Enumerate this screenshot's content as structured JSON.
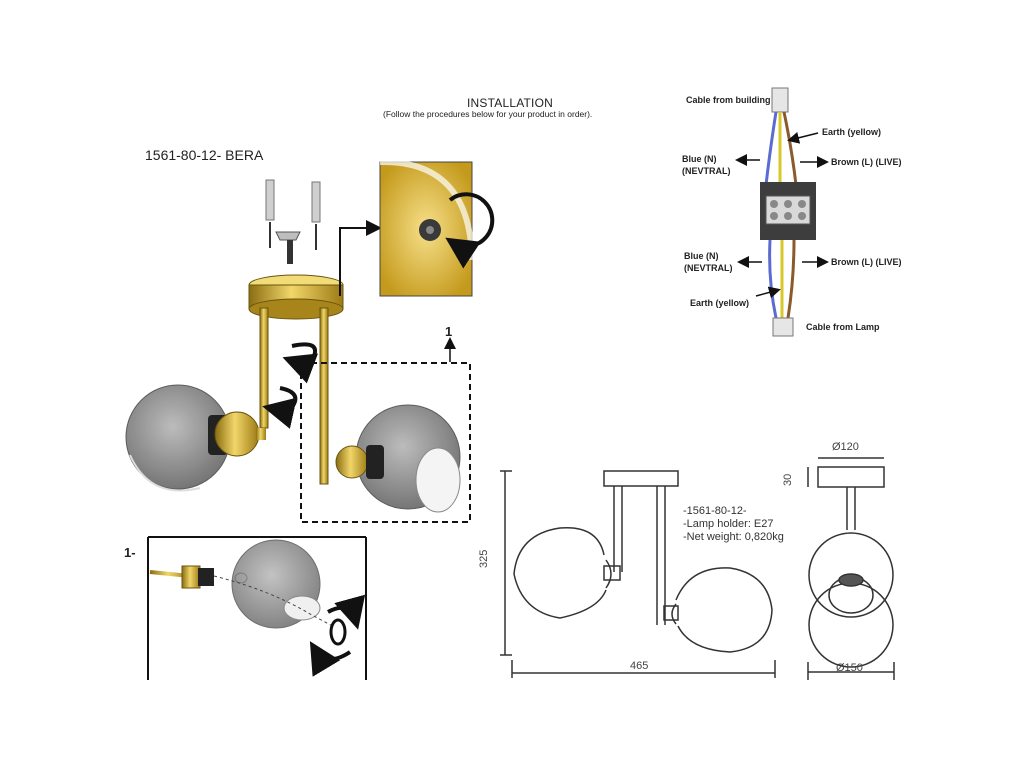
{
  "header": {
    "title": "INSTALLATION",
    "subtitle": "(Follow the procedures below for your product in order)."
  },
  "model_label": "1561-80-12- BERA",
  "detail_callout": "1",
  "detail_panel_label": "1-",
  "wiring": {
    "cable_top": "Cable from building",
    "cable_bottom": "Cable from Lamp",
    "earth_top": "Earth (yellow)",
    "earth_bottom": "Earth (yellow)",
    "blue_top": "Blue (N)\n(NEVTRAL)",
    "blue_bottom": "Blue (N)\n(NEVTRAL)",
    "brown_top": "Brown (L) (LIVE)",
    "brown_bottom": "Brown (L) (LIVE)"
  },
  "specs": {
    "line1": "-1561-80-12-",
    "line2": "-Lamp holder: E27",
    "line3": "-Net weight: 0,820kg"
  },
  "dimensions": {
    "height": "325",
    "width": "465",
    "canopy_height": "30",
    "canopy_diameter": "Ø120",
    "shade_diameter": "Ø150"
  },
  "colors": {
    "brass": "#c9a227",
    "glass": "#8c8c8c",
    "wire_blue": "#5b6bd1",
    "wire_brown": "#8a5a2b",
    "wire_yellow": "#d8c82a"
  }
}
